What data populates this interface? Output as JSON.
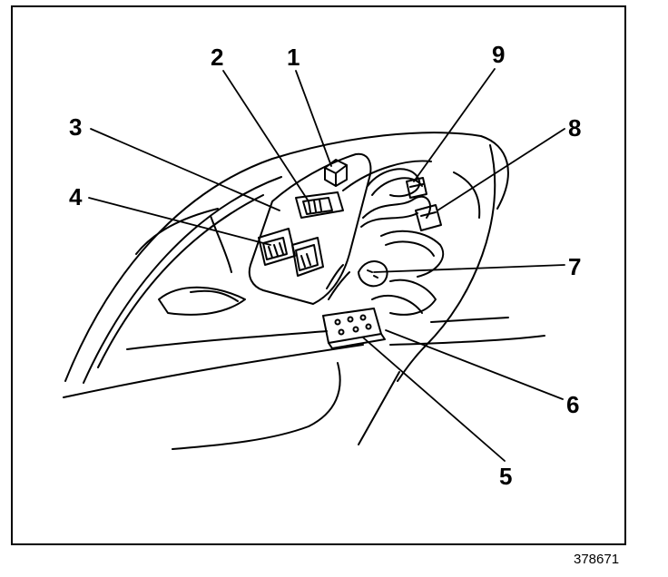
{
  "callouts": [
    {
      "id": "1",
      "text": "1"
    },
    {
      "id": "2",
      "text": "2"
    },
    {
      "id": "3",
      "text": "3"
    },
    {
      "id": "4",
      "text": "4"
    },
    {
      "id": "5",
      "text": "5"
    },
    {
      "id": "6",
      "text": "6"
    },
    {
      "id": "7",
      "text": "7"
    },
    {
      "id": "8",
      "text": "8"
    },
    {
      "id": "9",
      "text": "9"
    }
  ],
  "figure_id": "378671",
  "colors": {
    "ink": "#000000",
    "paper": "#ffffff"
  }
}
